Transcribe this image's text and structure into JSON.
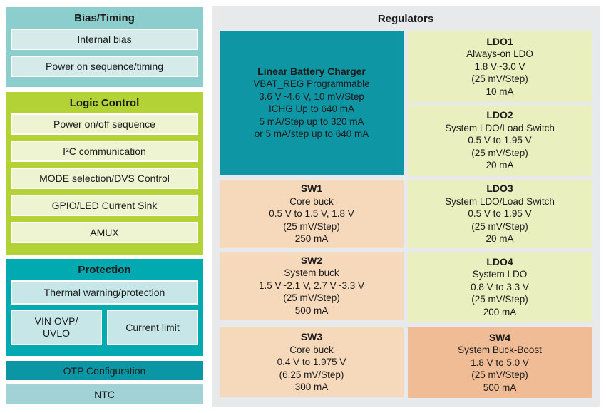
{
  "colors": {
    "bias_block": "#8bcecd",
    "bias_row": "#d5ebea",
    "logic_block": "#b2d235",
    "logic_row": "#eef3d2",
    "protection_block": "#00aab0",
    "protection_row": "#c7e6e7",
    "otp_bar": "#0b96a5",
    "ntc_bar": "#a3d2d6",
    "charger_block": "#0e96a5",
    "ldo_block": "#e9efbe",
    "sw_block": "#f6d8bb",
    "sw4_block": "#f0bc95",
    "regulators_panel": "#e8e9eb"
  },
  "left_panel": {
    "bias_timing": {
      "title": "Bias/Timing",
      "rows": [
        "Internal bias",
        "Power on sequence/timing"
      ]
    },
    "logic_control": {
      "title": "Logic Control",
      "rows": [
        "Power on/off sequence",
        "I²C communication",
        "MODE selection/DVS Control",
        "GPIO/LED Current Sink",
        "AMUX"
      ]
    },
    "protection": {
      "title": "Protection",
      "row": "Thermal warning/protection",
      "cells": [
        {
          "lines": [
            "VIN OVP/",
            "UVLO"
          ]
        },
        {
          "lines": [
            "Current limit"
          ]
        }
      ]
    },
    "otp_bar": "OTP Configuration",
    "ntc_bar": "NTC"
  },
  "regulators": {
    "title": "Regulators",
    "charger": {
      "title": "Linear Battery Charger",
      "lines": [
        "VBAT_REG Programmable",
        "3.6 V~4.6 V, 10 mV/Step",
        "ICHG Up to 640 mA",
        "5 mA/Step up to 320 mA",
        "or 5 mA/step up to 640 mA"
      ]
    },
    "sw1": {
      "title": "SW1",
      "lines": [
        "Core buck",
        "0.5 V to 1.5 V, 1.8 V",
        "(25 mV/Step)",
        "250 mA"
      ]
    },
    "sw2": {
      "title": "SW2",
      "lines": [
        "System buck",
        "1.5 V~2.1 V, 2.7 V~3.3 V",
        "(25 mV/Step)",
        "500 mA"
      ]
    },
    "sw3": {
      "title": "SW3",
      "lines": [
        "Core buck",
        "0.4 V to 1.975 V",
        "(6.25 mV/Step)",
        "300 mA"
      ]
    },
    "sw4": {
      "title": "SW4",
      "lines": [
        "System Buck-Boost",
        "1.8 V to 5.0 V",
        "(25 mV/Step)",
        "500 mA"
      ]
    },
    "ldo1": {
      "title": "LDO1",
      "lines": [
        "Always-on LDO",
        "1.8 V~3.0 V",
        "(25 mV/Step)",
        "10 mA"
      ]
    },
    "ldo2": {
      "title": "LDO2",
      "lines": [
        "System LDO/Load Switch",
        "0.5 V to 1.95 V",
        "(25 mV/Step)",
        "20 mA"
      ]
    },
    "ldo3": {
      "title": "LDO3",
      "lines": [
        "System LDO/Load Switch",
        "0.5 V to 1.95 V",
        "(25 mV/Step)",
        "20 mA"
      ]
    },
    "ldo4": {
      "title": "LDO4",
      "lines": [
        "System LDO",
        "0.8 V to 3.3 V",
        "(25 mV/Step)",
        "200 mA"
      ]
    }
  }
}
